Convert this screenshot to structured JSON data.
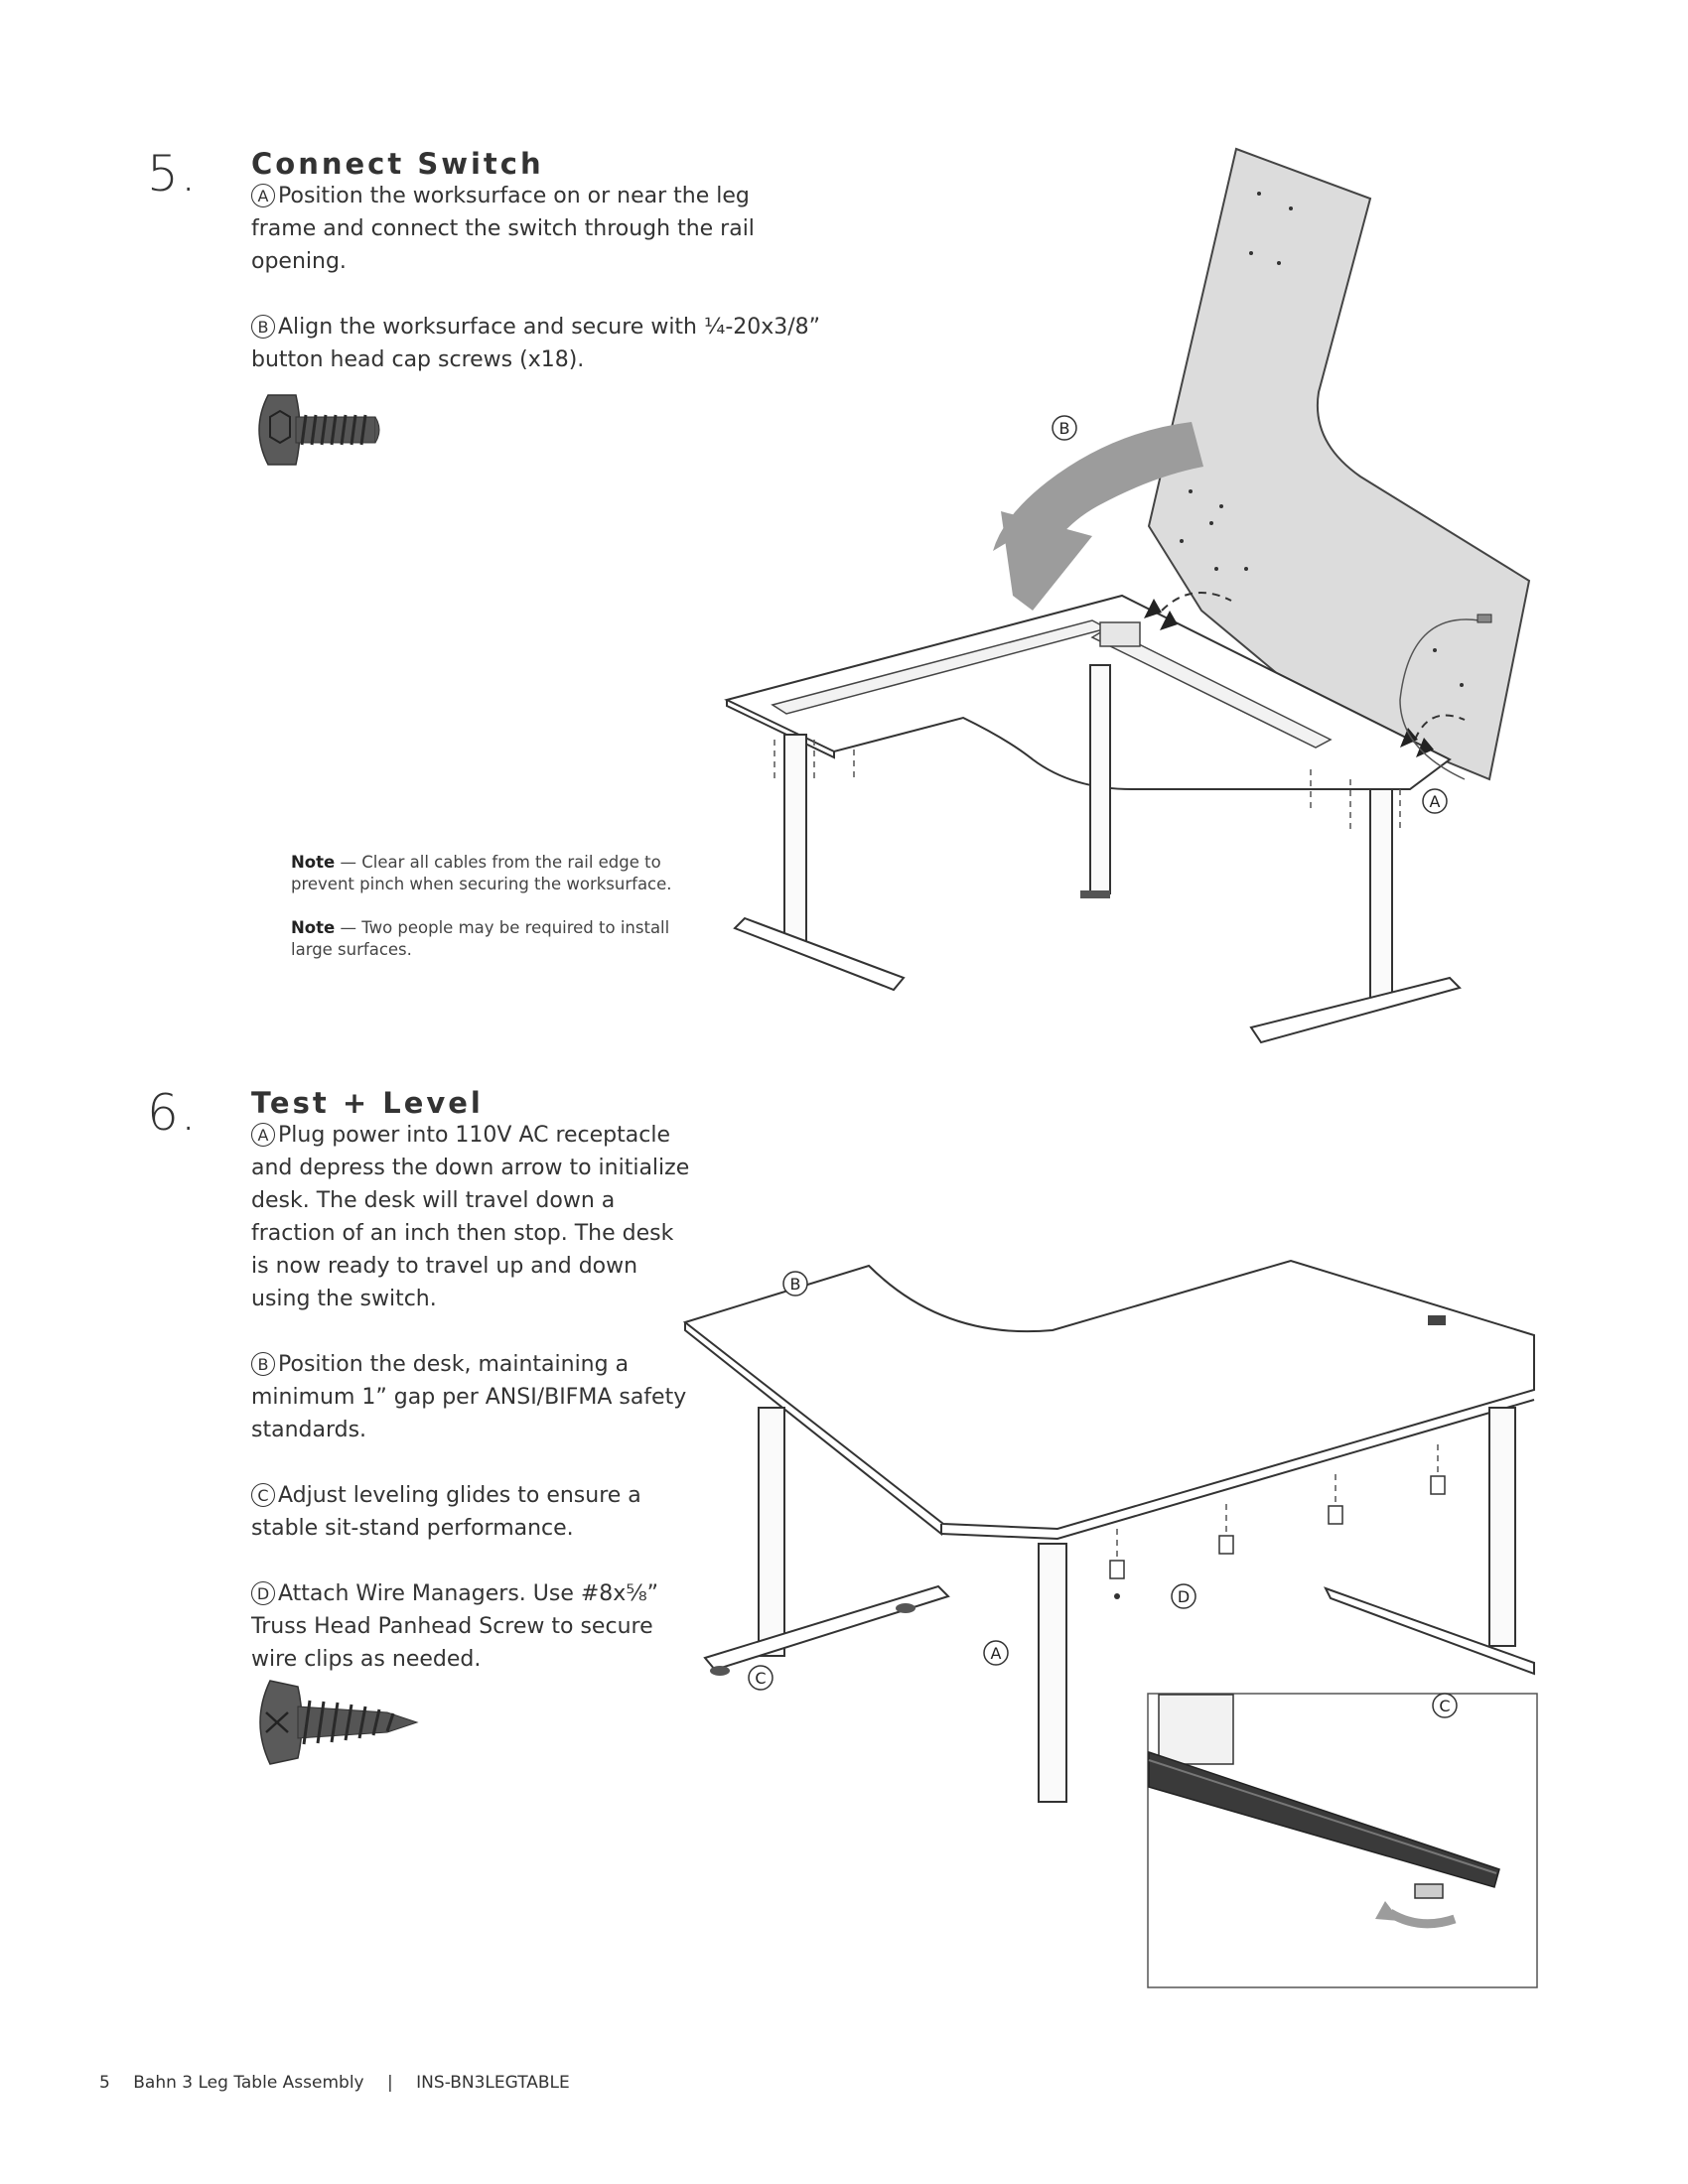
{
  "step5": {
    "number": "5.",
    "title": "Connect Switch",
    "para_a": {
      "letter": "A",
      "text": "Position the worksurface on or near the leg frame and connect the switch through the rail opening."
    },
    "para_b": {
      "letter": "B",
      "text": "Align the worksurface and secure with ¼-20x3/8” button head cap screws (x18)."
    },
    "notes": [
      {
        "label": "Note",
        "text": " — Clear all cables from the rail edge to prevent pinch when securing the worksurface."
      },
      {
        "label": "Note",
        "text": " — Two people may be required to install large surfaces."
      }
    ],
    "callouts": {
      "a": "A",
      "b": "B"
    }
  },
  "step6": {
    "number": "6.",
    "title": "Test + Level",
    "paras": [
      {
        "letter": "A",
        "text": "Plug power into 110V AC receptacle and depress the down arrow to initialize desk. The desk will travel down a fraction of an inch then stop. The desk is now ready to travel up and down using the switch."
      },
      {
        "letter": "B",
        "text": "Position the desk, maintaining a minimum 1” gap per ANSI/BIFMA safety standards."
      },
      {
        "letter": "C",
        "text": "Adjust leveling glides to ensure a stable sit-stand performance."
      },
      {
        "letter": "D",
        "text": "Attach Wire Managers. Use #8x⅝” Truss Head Panhead Screw to secure wire clips as needed."
      }
    ],
    "callouts": {
      "a": "A",
      "b": "B",
      "c": "C",
      "d": "D",
      "inset_c": "C"
    }
  },
  "footer": {
    "page": "5",
    "doc_title": "Bahn 3 Leg Table Assembly",
    "separator": "|",
    "doc_code": "INS-BN3LEGTABLE"
  },
  "colors": {
    "text": "#333333",
    "surface_gray": "#d9d9d9",
    "arrow_gray": "#9a9a9a",
    "screw": "#555555"
  },
  "icons": [
    "button-head-screw-icon",
    "truss-head-screw-icon"
  ]
}
